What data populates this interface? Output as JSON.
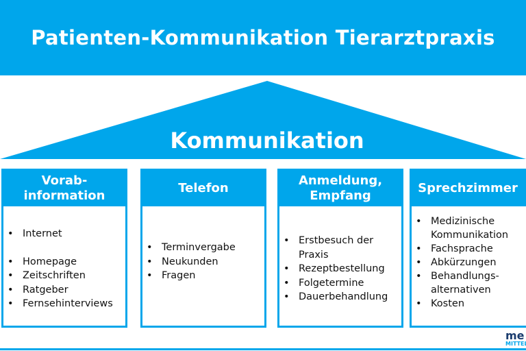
{
  "title": "Patienten-Kommunikation Tierarztpraxis",
  "roof_label": "Kommunikation",
  "accent_color": "#00a6eb",
  "columns": [
    {
      "title_lines": [
        "Vorab-",
        "information"
      ],
      "items": [
        "Internet",
        "Homepage",
        "Zeitschriften",
        "Ratgeber",
        "Fernsehinterviews"
      ]
    },
    {
      "title_lines": [
        "Telefon"
      ],
      "items": [
        "Terminvergabe",
        "Neukunden",
        "Fragen"
      ]
    },
    {
      "title_lines": [
        "Anmeldung,",
        "Empfang"
      ],
      "items": [
        "Erstbesuch der Praxis",
        "Rezeptbestellung",
        "Folgetermine",
        "Dauerbehandlung"
      ]
    },
    {
      "title_lines": [
        "Sprechzimmer"
      ],
      "items": [
        "Medizinische Kommunikation",
        "Fachsprache",
        "Abkürzungen",
        "Behandlungs-alternativen",
        "Kosten"
      ]
    }
  ],
  "logo": {
    "text": "me",
    "subtext": "MITTELF"
  }
}
